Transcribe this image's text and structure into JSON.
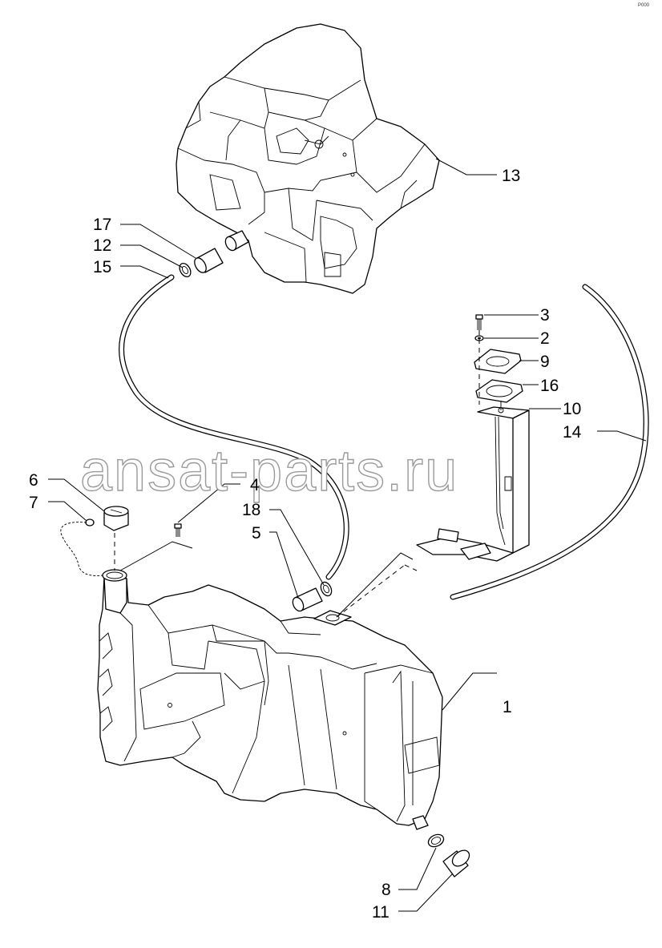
{
  "watermark": "ansat-parts.ru",
  "corner_mark": "P000",
  "callouts": {
    "c1": "1",
    "c2": "2",
    "c3": "3",
    "c4": "4",
    "c5": "5",
    "c6": "6",
    "c7": "7",
    "c8": "8",
    "c9": "9",
    "c10": "10",
    "c11": "11",
    "c12": "12",
    "c13": "13",
    "c14": "14",
    "c15": "15",
    "c16": "16",
    "c17": "17",
    "c18": "18"
  }
}
